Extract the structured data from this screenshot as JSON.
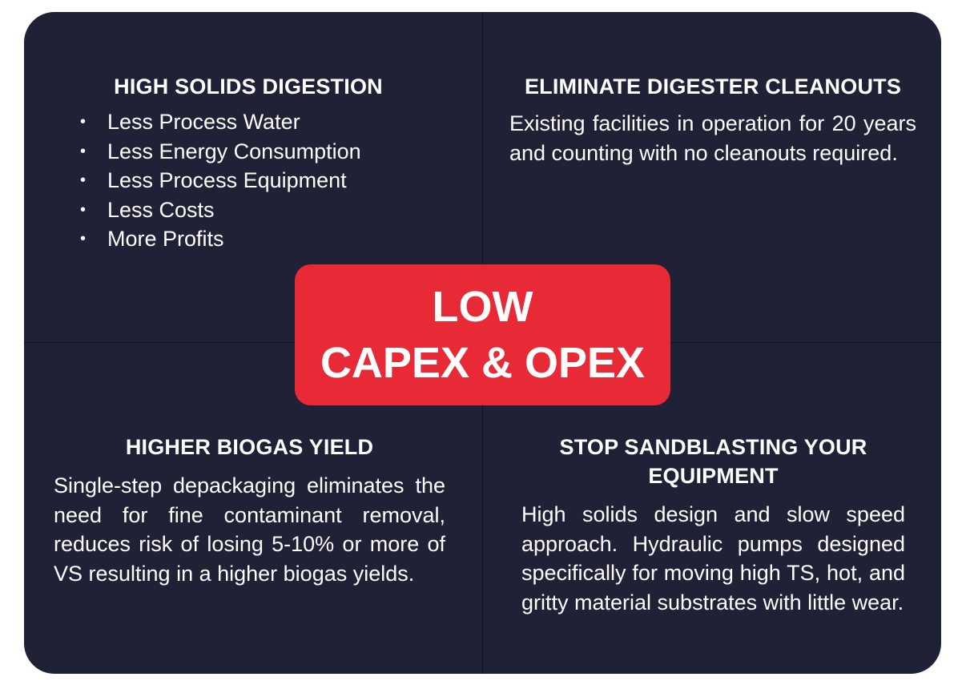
{
  "center": {
    "line1": "LOW",
    "line2": "CAPEX & OPEX",
    "color": "#e82a37"
  },
  "background_color": "#1f2136",
  "quadrants": {
    "top_left": {
      "title": "HIGH SOLIDS DIGESTION",
      "items": [
        "Less Process Water",
        "Less Energy Consumption",
        "Less Process Equipment",
        "Less Costs",
        "More Profits"
      ]
    },
    "top_right": {
      "title": "ELIMINATE DIGESTER CLEANOUTS",
      "text": "Existing facilities in operation for 20 years and counting with no cleanouts required."
    },
    "bottom_left": {
      "title": "HIGHER BIOGAS YIELD",
      "text": "Single-step depackaging  eliminates the need for fine contaminant removal, reduces risk of losing 5-10% or more of VS resulting in a higher biogas yields."
    },
    "bottom_right": {
      "title": "STOP SANDBLASTING YOUR EQUIPMENT",
      "text": "High solids design and slow speed approach. Hydraulic pumps designed specifically for moving high TS, hot, and gritty material substrates with little wear."
    }
  }
}
